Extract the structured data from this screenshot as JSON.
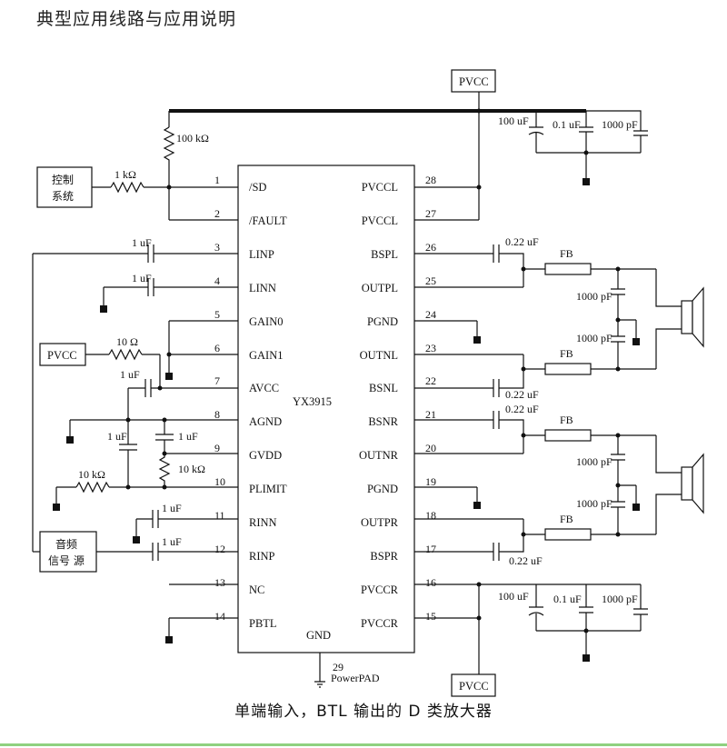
{
  "title": "典型应用线路与应用说明",
  "caption": "单端输入，BTL 输出的 D 类放大器",
  "chip": {
    "name": "YX3915",
    "gnd_label": "GND",
    "pad_number": "29",
    "pad_label": "PowerPAD",
    "left_pins": [
      {
        "num": "1",
        "name": "/SD"
      },
      {
        "num": "2",
        "name": "/FAULT"
      },
      {
        "num": "3",
        "name": "LINP"
      },
      {
        "num": "4",
        "name": "LINN"
      },
      {
        "num": "5",
        "name": "GAIN0"
      },
      {
        "num": "6",
        "name": "GAIN1"
      },
      {
        "num": "7",
        "name": "AVCC"
      },
      {
        "num": "8",
        "name": "AGND"
      },
      {
        "num": "9",
        "name": "GVDD"
      },
      {
        "num": "10",
        "name": "PLIMIT"
      },
      {
        "num": "11",
        "name": "RINN"
      },
      {
        "num": "12",
        "name": "RINP"
      },
      {
        "num": "13",
        "name": "NC"
      },
      {
        "num": "14",
        "name": "PBTL"
      }
    ],
    "right_pins": [
      {
        "num": "28",
        "name": "PVCCL"
      },
      {
        "num": "27",
        "name": "PVCCL"
      },
      {
        "num": "26",
        "name": "BSPL"
      },
      {
        "num": "25",
        "name": "OUTPL"
      },
      {
        "num": "24",
        "name": "PGND"
      },
      {
        "num": "23",
        "name": "OUTNL"
      },
      {
        "num": "22",
        "name": "BSNL"
      },
      {
        "num": "21",
        "name": "BSNR"
      },
      {
        "num": "20",
        "name": "OUTNR"
      },
      {
        "num": "19",
        "name": "PGND"
      },
      {
        "num": "18",
        "name": "OUTPR"
      },
      {
        "num": "17",
        "name": "BSPR"
      },
      {
        "num": "16",
        "name": "PVCCR"
      },
      {
        "num": "15",
        "name": "PVCCR"
      }
    ]
  },
  "blocks": {
    "control_line1": "控制",
    "control_line2": "系统",
    "audio_line1": "音频",
    "audio_line2": "信号 源",
    "pvcc_top": "PVCC",
    "pvcc_left": "PVCC",
    "pvcc_bottom": "PVCC"
  },
  "labels": {
    "r_100k": "100 kΩ",
    "r_1k": "1 kΩ",
    "r_10_ohm": "10 Ω",
    "r_10k_gvdd": "10 kΩ",
    "r_10k_plimit": "10 kΩ",
    "c_linp": "1 uF",
    "c_linn": "1 uF",
    "c_avcc": "1 uF",
    "c_agnd": "1 uF",
    "c_gvdd": "1 uF",
    "c_rinn": "1 uF",
    "c_rinp": "1 uF",
    "c_top_bulk": "100 uF",
    "c_top_mid": "0.1 uF",
    "c_top_small": "1000 pF",
    "c_bot_bulk": "100 uF",
    "c_bot_mid": "0.1 uF",
    "c_bot_small": "1000 pF",
    "c_bspl": "0.22 uF",
    "c_bsnl": "0.22 uF",
    "c_bsnr": "0.22 uF",
    "c_bspr": "0.22 uF",
    "fb1": "FB",
    "fb2": "FB",
    "fb3": "FB",
    "fb4": "FB",
    "cf1": "1000 pF",
    "cf2": "1000 pF",
    "cf3": "1000 pF",
    "cf4": "1000 pF"
  }
}
